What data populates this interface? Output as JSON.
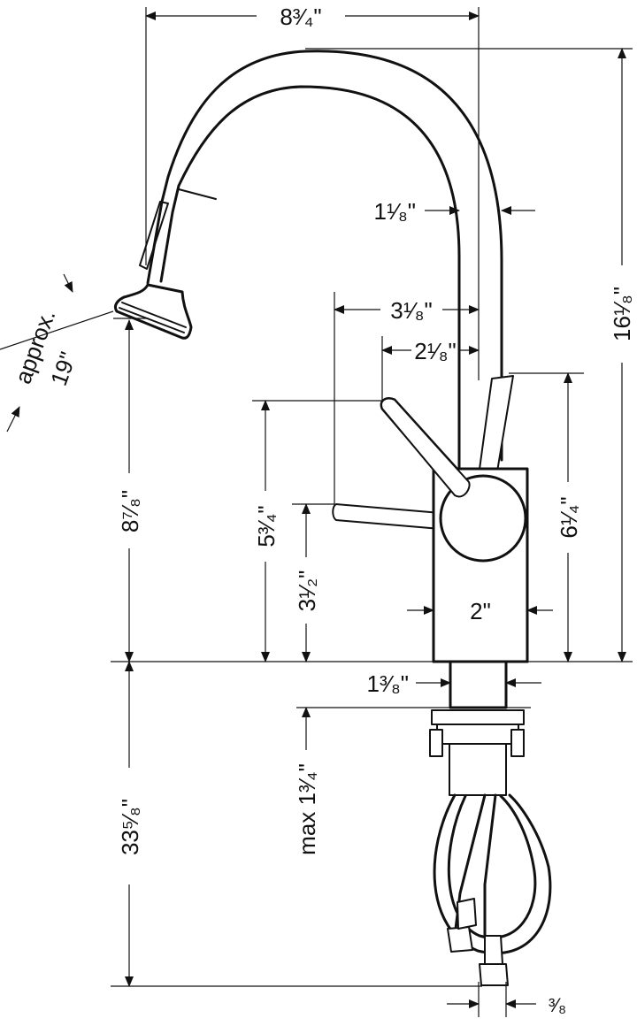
{
  "dimensions": {
    "overall_width": "8³⁄₄\"",
    "spout_diameter": "1¹⁄₈\"",
    "overall_height": "16¹⁄₈\"",
    "spray_pullout": "approx.",
    "spray_pullout_value": "19\"",
    "lever_reach_open": "3¹⁄₈\"",
    "lever_reach_closed": "2¹⁄₈\"",
    "spout_outlet_height": "8⁷⁄₈\"",
    "lever_height_up": "5³⁄₄\"",
    "lever_height_down": "3¹⁄₂\"",
    "body_mark_height": "6¹⁄₄\"",
    "body_width": "2\"",
    "shank_width": "1³⁄₈\"",
    "max_deck_thickness": "max 1³⁄₄\"",
    "below_deck_length": "33⁵⁄₈\"",
    "connection_size": "³⁄₈"
  }
}
